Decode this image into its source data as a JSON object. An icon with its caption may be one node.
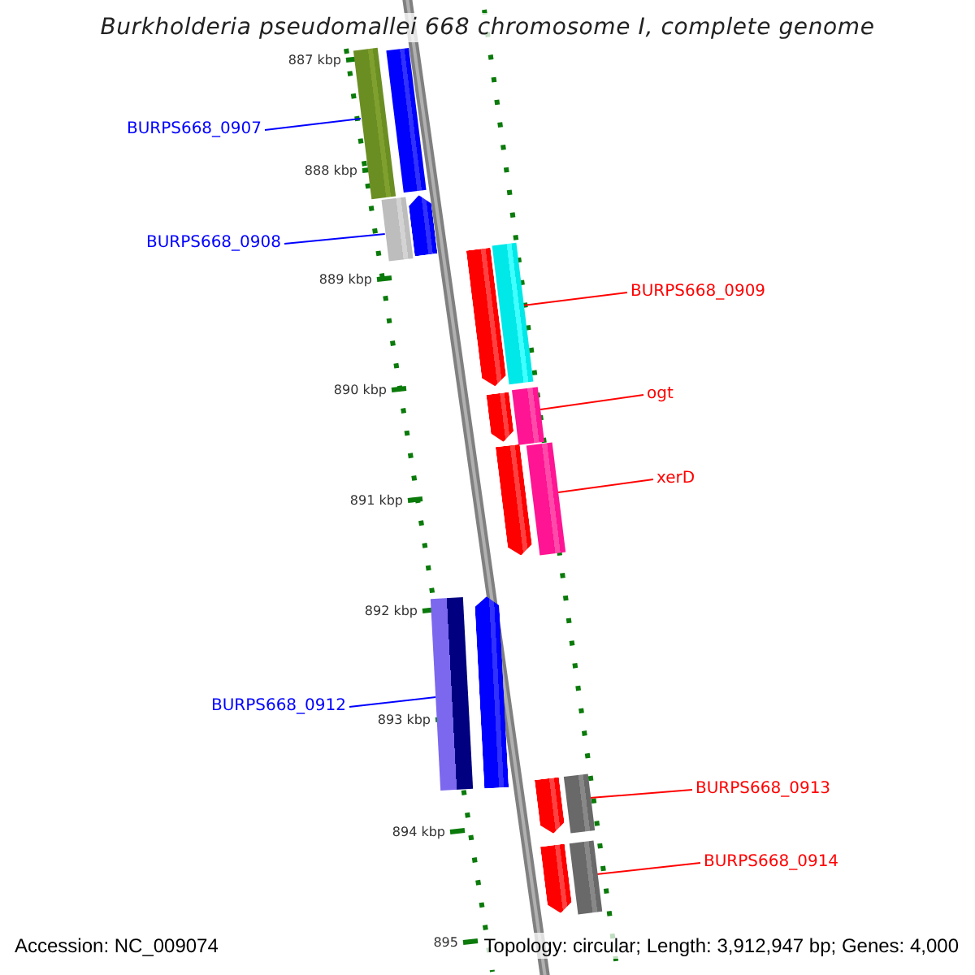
{
  "diagram": {
    "title": "Burkholderia pseudomallei 668 chromosome I, complete genome",
    "nodes": [
      {
        "text": [
          "BURPS668_0907"
        ]
      },
      {
        "text": [],
        "shape": "bar"
      },
      {
        "text": [
          "BURPS668_0908"
        ]
      },
      {
        "text": [],
        "shape": "bar"
      },
      {
        "text": [
          "BURPS668_0909"
        ]
      },
      {
        "text": [],
        "shape": "bar"
      },
      {
        "text": [
          "ogt"
        ]
      },
      {
        "text": [],
        "shape": "bar"
      },
      {
        "text": [
          "xerD"
        ]
      },
      {
        "text": [],
        "shape": "bar"
      },
      {
        "text": [
          "BURPS668_0912"
        ]
      },
      {
        "text": [],
        "shape": "bar"
      },
      {
        "text": [
          "BURPS668_0913"
        ]
      },
      {
        "text": [],
        "shape": "bar"
      },
      {
        "text": [
          "BURPS668_0914"
        ]
      },
      {
        "text": [],
        "shape": "bar"
      },
      {
        "text": [],
        "shape": "arrow"
      },
      {
        "text": [],
        "shape": "arrow"
      },
      {
        "text": [],
        "shape": "arrow"
      },
      {
        "text": [],
        "shape": "arrow"
      },
      {
        "text": [],
        "shape": "arrow"
      },
      {
        "text": [],
        "shape": "arrow"
      },
      {
        "text": [],
        "shape": "arrow"
      },
      {
        "text": [],
        "shape": "arrow"
      }
    ],
    "edges": [
      {
        "from": 0,
        "to": 1,
        "arrow": "none",
        "color": "#0000ff"
      },
      {
        "from": 2,
        "to": 3,
        "arrow": "none",
        "color": "#0000ff"
      },
      {
        "from": 4,
        "to": 5,
        "arrow": "none"
      },
      {
        "from": 6,
        "to": 7,
        "arrow": "none"
      },
      {
        "from": 8,
        "to": 9,
        "arrow": "none"
      },
      {
        "from": 10,
        "to": 11,
        "arrow": "none",
        "color": "#0000ff"
      },
      {
        "from": 12,
        "to": 13,
        "arrow": "none"
      },
      {
        "from": 14,
        "to": 15,
        "arrow": "none"
      }
    ],
    "labels": [
      "887 kbp",
      "888 kbp",
      "889 kbp",
      "890 kbp",
      "891 kbp",
      "892 kbp",
      "893 kbp",
      "894 kbp",
      "895",
      "Accession: NC_009074",
      "Topology: circular; Length: 3,912,947 bp; Genes: 4,000"
    ]
  }
}
